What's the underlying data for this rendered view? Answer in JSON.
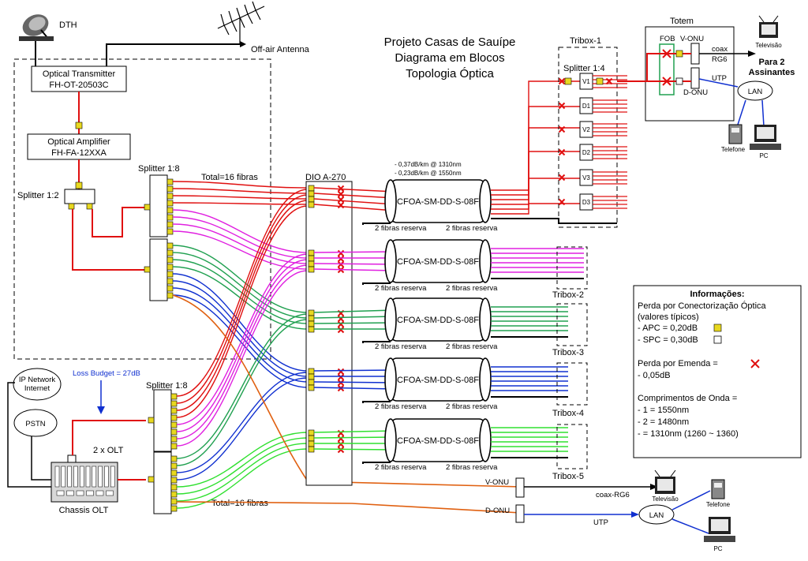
{
  "title": {
    "line1": "Projeto Casas de Sauípe",
    "line2": "Diagrama em Blocos",
    "line3": "Topologia Óptica"
  },
  "headend": {
    "dth": "DTH",
    "antenna": "Off-air Antenna",
    "tx_line1": "Optical Transmitter",
    "tx_line2": "FH-OT-20503C",
    "amp_line1": "Optical Amplifier",
    "amp_line2": "FH-FA-12XXA",
    "splitter_12": "Splitter  1:2",
    "splitter_18_top": "Splitter 1:8",
    "splitter_18_bottom": "Splitter 1:8",
    "total_top": "Total=16 fibras",
    "total_bottom": "Total=16 fibras"
  },
  "olt": {
    "ip_line1": "IP Network",
    "ip_line2": "Internet",
    "pstn": "PSTN",
    "loss_budget": "Loss Budget = 27dB",
    "label": "2 x OLT",
    "chassis": "Chassis OLT"
  },
  "dio": "DIO A-270",
  "attenuation": {
    "line1": "- 0,37dB/km @ 1310nm",
    "line2": "- 0,23dB/km @ 1550nm"
  },
  "cables": [
    {
      "name": "CFOA-SM-DD-S-08F",
      "reserve_left": "2 fibras reserva",
      "reserve_right": "2 fibras reserva",
      "color": "#e01010"
    },
    {
      "name": "CFOA-SM-DD-S-08F",
      "reserve_left": "2 fibras reserva",
      "reserve_right": "2 fibras reserva",
      "color": "#e020e0"
    },
    {
      "name": "CFOA-SM-DD-S-08F",
      "reserve_left": "2 fibras reserva",
      "reserve_right": "2 fibras reserva",
      "color": "#20a050"
    },
    {
      "name": "CFOA-SM-DD-S-08F",
      "reserve_left": "2 fibras reserva",
      "reserve_right": "2 fibras reserva",
      "color": "#1030d0"
    },
    {
      "name": "CFOA-SM-DD-S-08F",
      "reserve_left": "2 fibras reserva",
      "reserve_right": "2 fibras reserva",
      "color": "#30e030"
    }
  ],
  "tribox": {
    "t1": "Tribox-1",
    "splitter": "Splitter 1:4",
    "t2": "Tribox-2",
    "t3": "Tribox-3",
    "t4": "Tribox-4",
    "t5": "Tribox-5",
    "ports": [
      "V1",
      "D1",
      "V2",
      "D2",
      "V3",
      "D3"
    ]
  },
  "totem": {
    "title": "Totem",
    "fob": "FOB",
    "vonu": "V-ONU",
    "donu": "D-ONU",
    "coax": "coax",
    "rg6": "RG6",
    "utp": "UTP",
    "para1": "Para 2",
    "para2": "Assinantes",
    "tv": "Televisão",
    "lan": "LAN",
    "phone": "Telefone",
    "pc": "PC"
  },
  "bottom_onu": {
    "vonu": "V-ONU",
    "donu": "D-ONU",
    "coax": "coax-RG6",
    "utp": "UTP",
    "tv": "Televisão",
    "lan": "LAN",
    "phone": "Telefone",
    "pc": "PC"
  },
  "info": {
    "title": "Informações:",
    "l1": "Perda por Conectorização  Óptica",
    "l2": "(valores típicos)",
    "apc": "- APC = 0,20dB",
    "spc": "- SPC = 0,30dB",
    "emenda": "Perda por Emenda =",
    "emenda_val": "- 0,05dB",
    "wl_title": "Comprimentos de Onda =",
    "wl1": "-   1 = 1550nm",
    "wl2": "-   2 = 1480nm",
    "wl3": "-      = 1310nm (1260 ~ 1360)"
  }
}
